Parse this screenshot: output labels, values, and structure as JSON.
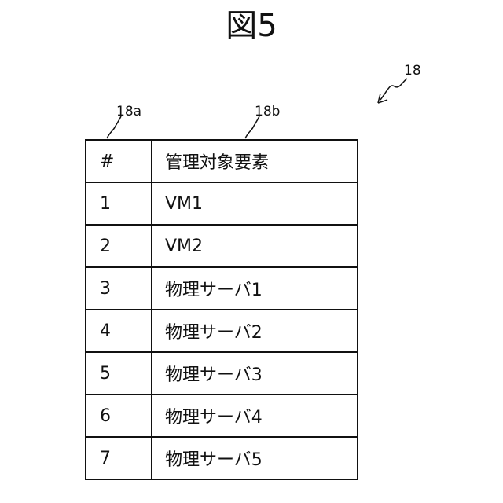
{
  "figure": {
    "title": "図5",
    "labels": {
      "table_ref": "18",
      "col1_ref": "18a",
      "col2_ref": "18b"
    }
  },
  "table": {
    "headers": [
      "#",
      "管理対象要素"
    ],
    "rows": [
      [
        "1",
        "VM1"
      ],
      [
        "2",
        "VM2"
      ],
      [
        "3",
        "物理サーバ1"
      ],
      [
        "4",
        "物理サーバ2"
      ],
      [
        "5",
        "物理サーバ3"
      ],
      [
        "6",
        "物理サーバ4"
      ],
      [
        "7",
        "物理サーバ5"
      ]
    ]
  }
}
